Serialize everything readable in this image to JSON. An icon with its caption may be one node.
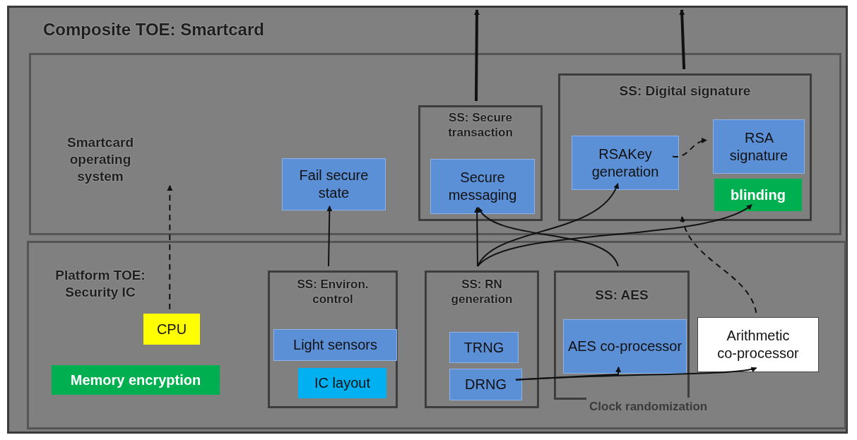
{
  "diagram": {
    "nodes": [
      {
        "text": [
          "Composite TOE: Smartcard"
        ]
      },
      {
        "text": [
          "Smartcard operating system"
        ],
        "in": 0
      },
      {
        "text": [
          "Fail secure state"
        ],
        "in": 1
      },
      {
        "text": [
          "SS: Secure transaction"
        ],
        "in": 1
      },
      {
        "text": [
          "Secure messaging"
        ],
        "in": 3
      },
      {
        "text": [
          "SS: Digital signature"
        ],
        "in": 1
      },
      {
        "text": [
          "RSAKey generation"
        ],
        "in": 5
      },
      {
        "text": [
          "RSA signature"
        ],
        "in": 5
      },
      {
        "text": [
          "blinding"
        ],
        "in": 5
      },
      {
        "text": [
          "Platform TOE: Security IC"
        ],
        "in": 0
      },
      {
        "text": [
          "CPU"
        ],
        "in": 9
      },
      {
        "text": [
          "Memory encryption"
        ],
        "in": 9
      },
      {
        "text": [
          "SS: Environ. control"
        ],
        "in": 9
      },
      {
        "text": [
          "Light sensors"
        ],
        "in": 12
      },
      {
        "text": [
          "IC layout"
        ],
        "in": 12
      },
      {
        "text": [
          "SS: RN generation"
        ],
        "in": 9
      },
      {
        "text": [
          "TRNG"
        ],
        "in": 15
      },
      {
        "text": [
          "DRNG"
        ],
        "in": 15
      },
      {
        "text": [
          "SS: AES"
        ],
        "in": 9
      },
      {
        "text": [
          "AES co-processor"
        ],
        "in": 18
      },
      {
        "text": [
          "Arithmetic co-processor"
        ],
        "in": 9
      }
    ],
    "edges": [
      {
        "from": 3,
        "to": null,
        "arrow": "to",
        "style": "thick"
      },
      {
        "from": 5,
        "to": null,
        "arrow": "to",
        "style": "thick"
      },
      {
        "from": 10,
        "to": 1,
        "arrow": "to",
        "style": "dashed"
      },
      {
        "from": 12,
        "to": 2,
        "arrow": "to"
      },
      {
        "from": 6,
        "to": 7,
        "arrow": "to",
        "style": "dashed"
      },
      {
        "from": 15,
        "to": 4,
        "arrow": "to"
      },
      {
        "from": 15,
        "to": 6,
        "arrow": "to"
      },
      {
        "from": 15,
        "to": 8,
        "arrow": "to"
      },
      {
        "from": 18,
        "to": 4,
        "arrow": "to"
      },
      {
        "from": 20,
        "to": 5,
        "arrow": "to",
        "style": "dashed"
      },
      {
        "from": 17,
        "to": 19,
        "arrow": "to"
      },
      {
        "from": 17,
        "to": 20,
        "arrow": "to",
        "label": "Clock randomization"
      }
    ]
  }
}
